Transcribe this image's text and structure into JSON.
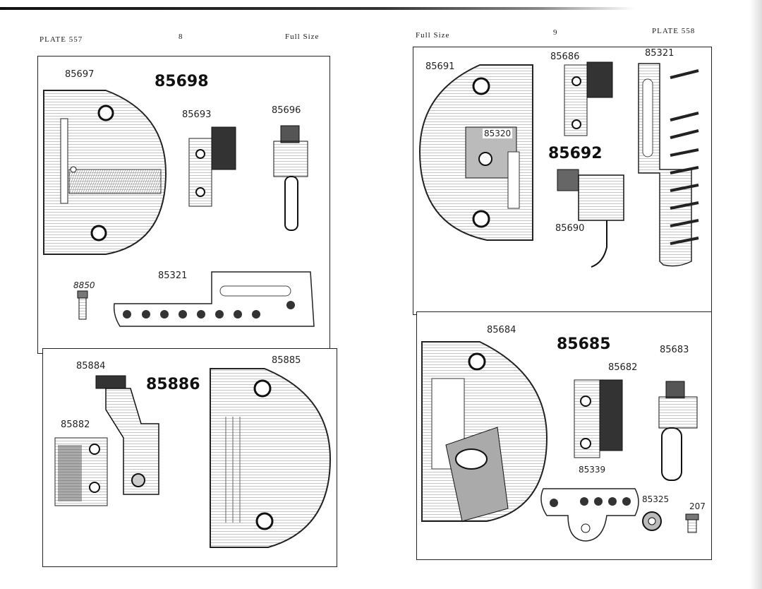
{
  "left_page": {
    "plate_label": "PLATE 557",
    "page_number": "8",
    "size_label": "Full Size",
    "parts": {
      "p85697": "85697",
      "p85698": "85698",
      "p85693": "85693",
      "p85696": "85696",
      "p8850": "8850",
      "p85321": "85321",
      "p85884": "85884",
      "p85886": "85886",
      "p85885": "85885",
      "p85882": "85882"
    }
  },
  "right_page": {
    "plate_label": "PLATE 558",
    "page_number": "9",
    "size_label": "Full Size",
    "parts": {
      "p85691": "85691",
      "p85686": "85686",
      "p85321": "85321",
      "p85320": "85320",
      "p85692": "85692",
      "p85690": "85690",
      "p85684": "85684",
      "p85685": "85685",
      "p85683": "85683",
      "p85682": "85682",
      "p85339": "85339",
      "p85325": "85325",
      "p207": "207"
    }
  }
}
